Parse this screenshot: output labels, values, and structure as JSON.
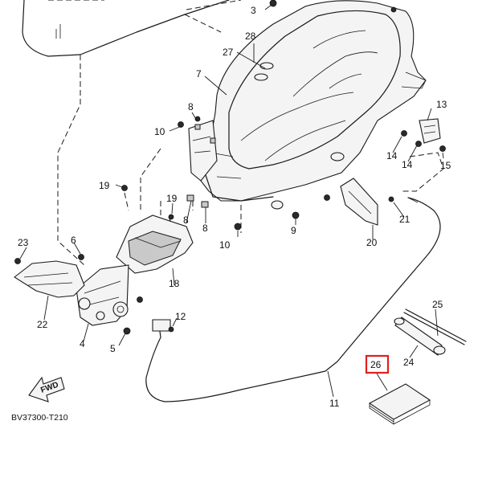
{
  "diagram": {
    "reference_code": "BV37300-T210",
    "direction_label": "FWD",
    "highlight_color": "#e02020",
    "highlighted_part": "26",
    "callouts": {
      "p3": "3",
      "p4": "4",
      "p5": "5",
      "p6": "6",
      "p7": "7",
      "p8a": "8",
      "p8b": "8",
      "p8c": "8",
      "p9": "9",
      "p10a": "10",
      "p10b": "10",
      "p11": "11",
      "p12": "12",
      "p13": "13",
      "p14a": "14",
      "p14b": "14",
      "p15": "15",
      "p18": "18",
      "p19a": "19",
      "p19b": "19",
      "p20": "20",
      "p21": "21",
      "p22": "22",
      "p23": "23",
      "p24": "24",
      "p25": "25",
      "p26": "26",
      "p27": "27",
      "p28": "28"
    }
  }
}
